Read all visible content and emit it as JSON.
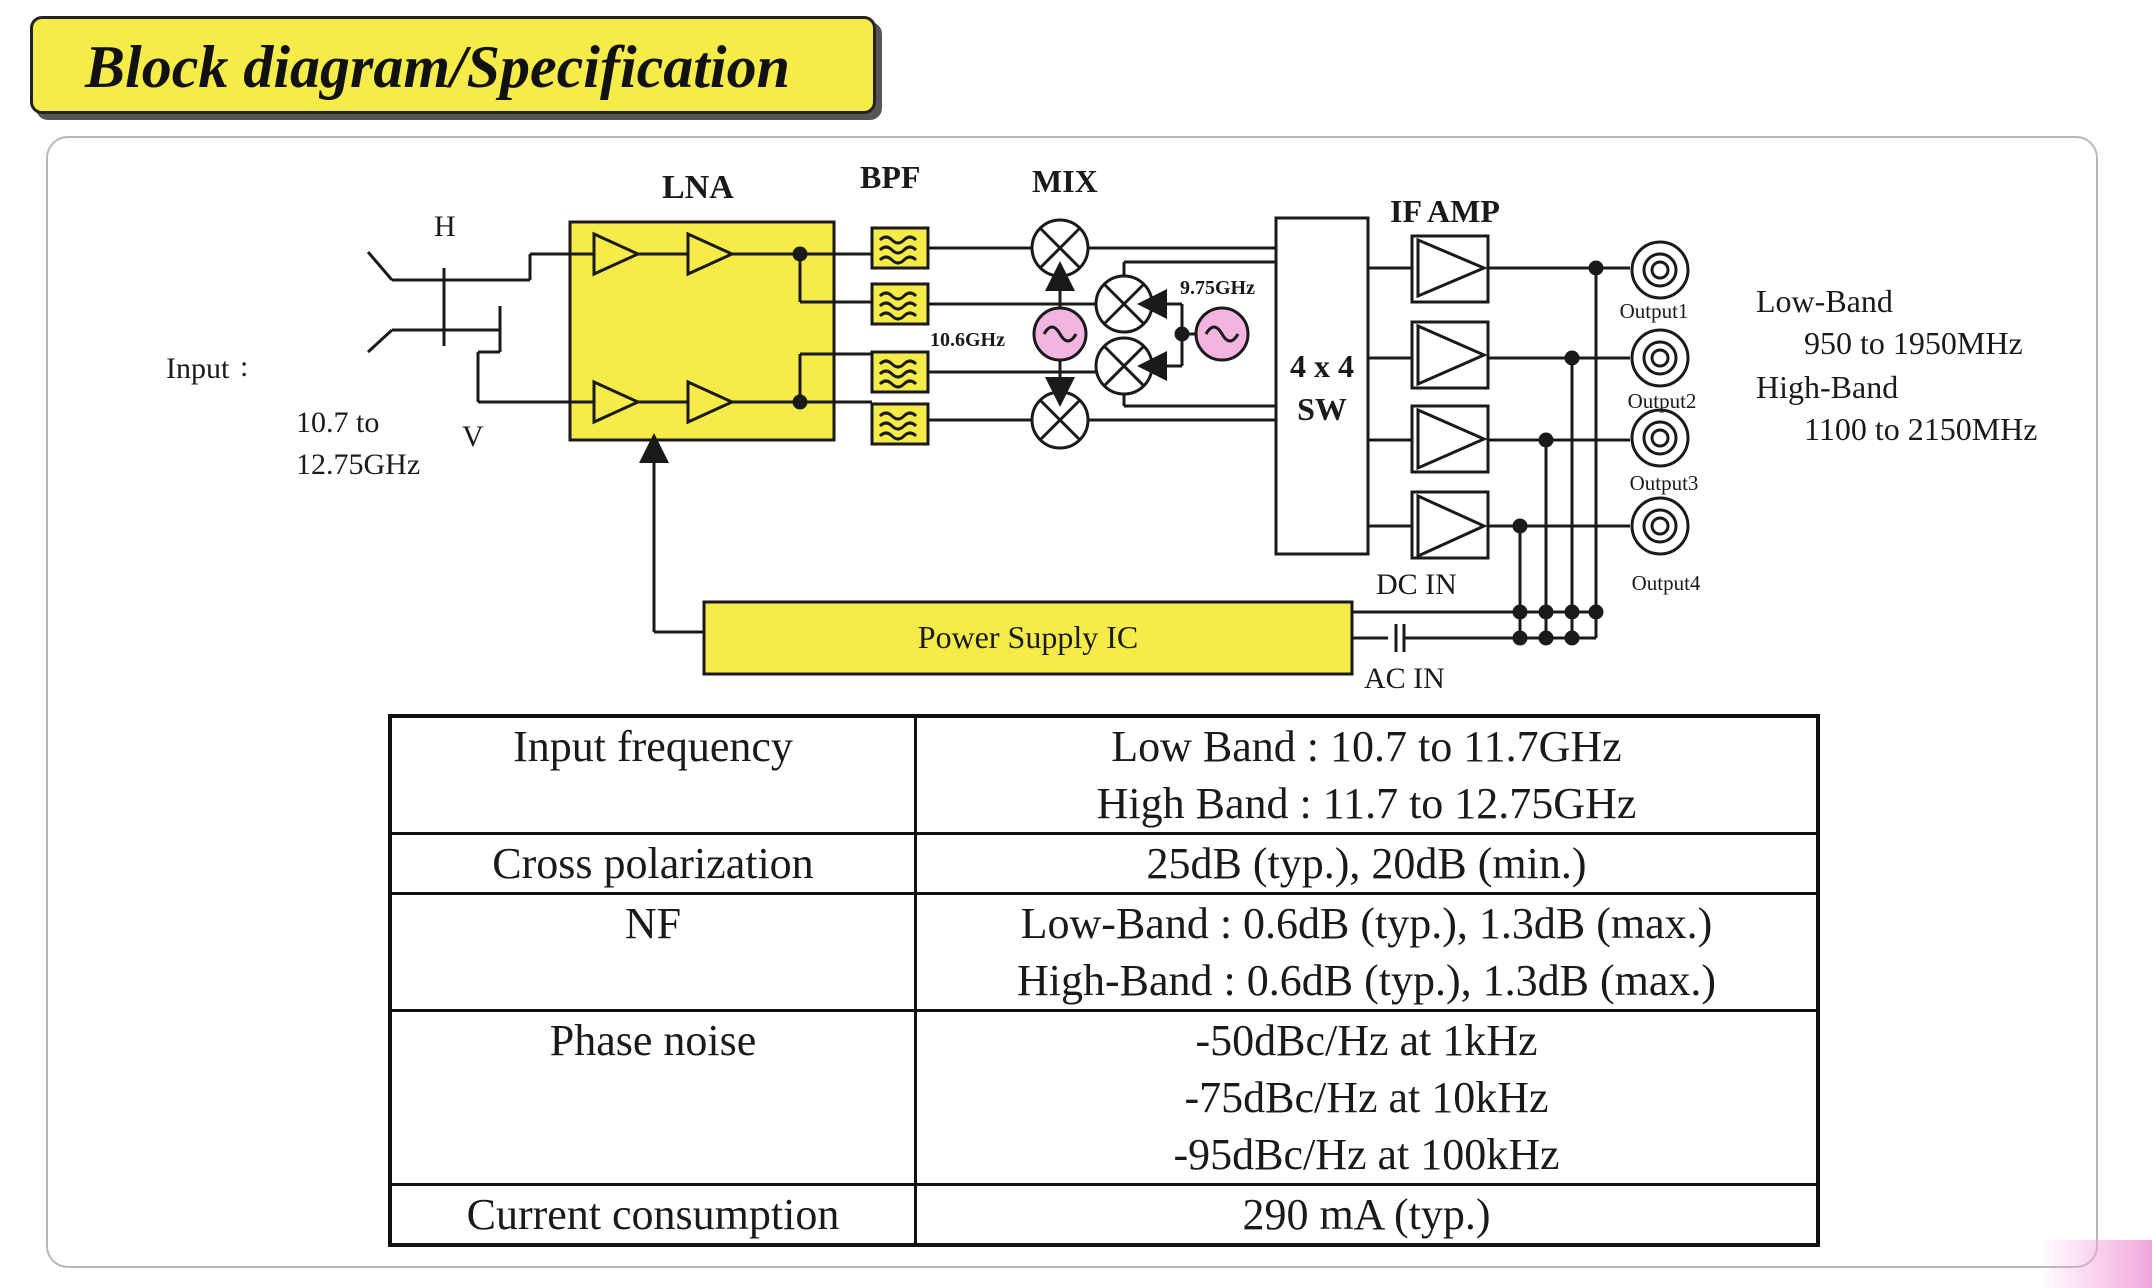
{
  "title": "Block diagram/Specification",
  "diagram": {
    "blocks": {
      "lna": "LNA",
      "bpf": "BPF",
      "mix": "MIX",
      "if_amp": "IF AMP",
      "switch_line1": "4 x 4",
      "switch_line2": "SW",
      "power_supply": "Power Supply IC"
    },
    "input": {
      "label": "Input",
      "colon": ":",
      "range_line1": "10.7 to",
      "range_line2": "12.75GHz",
      "h_label": "H",
      "v_label": "V"
    },
    "oscillators": {
      "lo_high": "10.6GHz",
      "lo_low": "9.75GHz"
    },
    "outputs": [
      "Output1",
      "Output2",
      "Output3",
      "Output4"
    ],
    "dc_in": "DC IN",
    "ac_in": "AC IN",
    "bands": {
      "low_title": "Low-Band",
      "low_range": "950 to 1950MHz",
      "high_title": "High-Band",
      "high_range": "1100 to 2150MHz"
    }
  },
  "specifications": [
    {
      "parameter": "Input frequency",
      "values": [
        "Low Band : 10.7 to 11.7GHz",
        "High Band : 11.7 to 12.75GHz"
      ]
    },
    {
      "parameter": "Cross polarization",
      "values": [
        "25dB (typ.), 20dB (min.)"
      ]
    },
    {
      "parameter": "NF",
      "values": [
        "Low-Band : 0.6dB (typ.), 1.3dB (max.)",
        "High-Band : 0.6dB (typ.), 1.3dB (max.)"
      ]
    },
    {
      "parameter": "Phase noise",
      "values": [
        "-50dBc/Hz at 1kHz",
        "-75dBc/Hz at 10kHz",
        "-95dBc/Hz at 100kHz"
      ]
    },
    {
      "parameter": "Current consumption",
      "values": [
        "290 mA (typ.)"
      ]
    }
  ],
  "colors": {
    "yellow_fill": "#f5ec4a",
    "oscillator_pink": "#f2b5e0",
    "line": "#1a1a1a"
  }
}
